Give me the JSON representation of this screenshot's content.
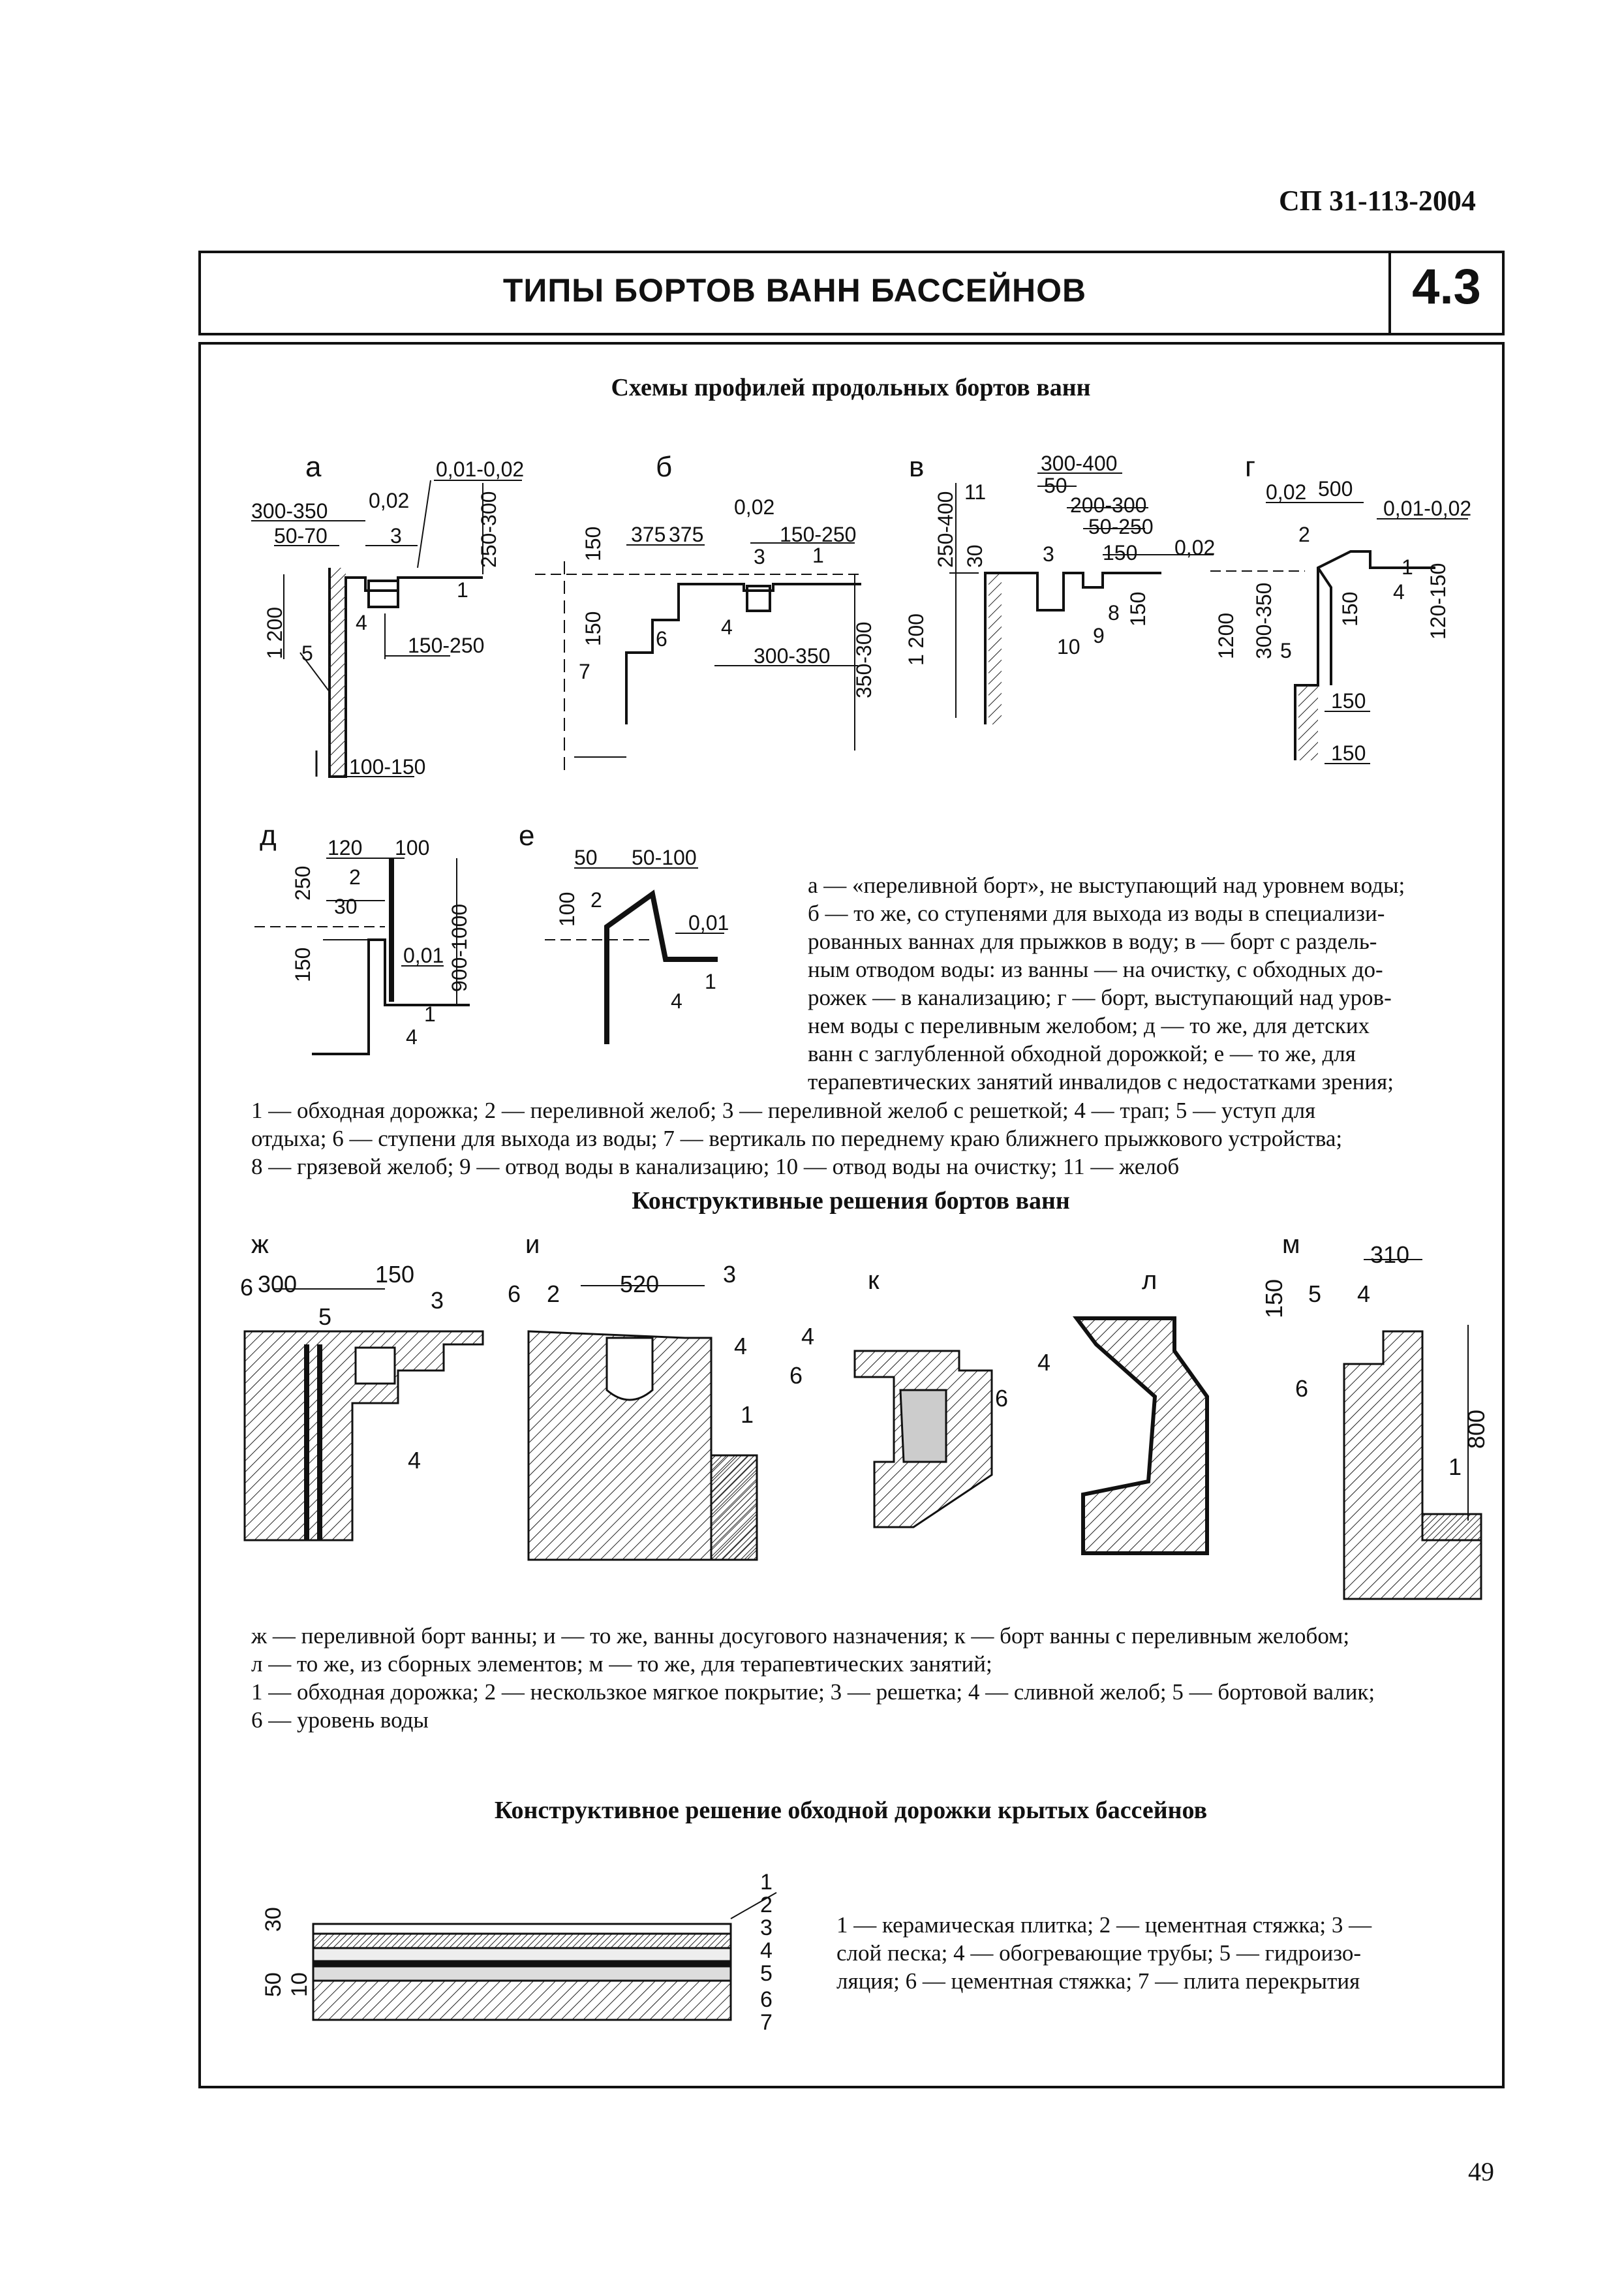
{
  "header": {
    "doc_number": "СП 31-113-2004"
  },
  "title_block": {
    "title": "ТИПЫ БОРТОВ ВАНН БАССЕЙНОВ",
    "section": "4.3"
  },
  "section1": {
    "heading": "Схемы профилей продольных бортов ванн",
    "figures": {
      "a": {
        "letter": "а",
        "dims": [
          "0,01-0,02",
          "300-350",
          "0,02",
          "50-70",
          "250-300",
          "1 200",
          "150-250",
          "100-150"
        ],
        "callouts": [
          "1",
          "3",
          "4",
          "5"
        ]
      },
      "b": {
        "letter": "б",
        "dims": [
          "0,02",
          "375",
          "375",
          "150-250",
          "150",
          "150",
          "300-350",
          "350-300"
        ],
        "callouts": [
          "1",
          "3",
          "4",
          "6",
          "7"
        ]
      },
      "v": {
        "letter": "в",
        "dims": [
          "300-400",
          "50",
          "200-300",
          "50-250",
          "150",
          "0,02",
          "250-400",
          "30",
          "1 200",
          "150"
        ],
        "callouts": [
          "3",
          "8",
          "9",
          "10",
          "11"
        ]
      },
      "g": {
        "letter": "г",
        "dims": [
          "0,02",
          "500",
          "0,01-0,02",
          "1200",
          "300-350",
          "150",
          "120-150",
          "150",
          "150"
        ],
        "callouts": [
          "1",
          "2",
          "4",
          "5"
        ]
      },
      "d": {
        "letter": "д",
        "dims": [
          "120",
          "100",
          "250",
          "30",
          "150",
          "0,01",
          "900-1000"
        ],
        "callouts": [
          "1",
          "2",
          "4"
        ]
      },
      "e": {
        "letter": "е",
        "dims": [
          "50",
          "50-100",
          "100",
          "0,01"
        ],
        "callouts": [
          "1",
          "2",
          "4"
        ]
      }
    },
    "caption_wrapped": [
      "а — «переливной борт», не выступающий над уровнем воды;",
      "б — то же, со ступенями для выхода из воды в специализи-",
      "рованных ваннах для прыжков в воду; в — борт с раздель-",
      "ным отводом воды: из ванны — на очистку, с обходных до-",
      "рожек — в канализацию; г — борт, выступающий над уров-",
      "нем воды с переливным желобом; д — то же, для детских",
      "ванн с заглубленной обходной дорожкой; е — то же, для",
      "терапевтических занятий инвалидов с недостатками зрения;"
    ],
    "legend_lines": [
      "1 — обходная дорожка; 2 — переливной желоб; 3 — переливной желоб с решеткой; 4 — трап; 5 — уступ для",
      "отдыха; 6 — ступени для выхода из воды; 7 — вертикаль по переднему краю ближнего прыжкового устройства;",
      "8 — грязевой желоб; 9 — отвод воды в канализацию; 10 — отвод воды на очистку; 11 — желоб"
    ]
  },
  "section2": {
    "heading": "Конструктивные решения бортов ванн",
    "figures": {
      "zh": {
        "letter": "ж",
        "dims": [
          "300",
          "150"
        ],
        "callouts": [
          "3",
          "4",
          "5",
          "6"
        ]
      },
      "i": {
        "letter": "и",
        "dims": [
          "520"
        ],
        "callouts": [
          "1",
          "2",
          "3",
          "4",
          "6"
        ]
      },
      "k": {
        "letter": "к",
        "callouts": [
          "4",
          "6"
        ]
      },
      "l": {
        "letter": "л",
        "callouts": [
          "4",
          "6"
        ]
      },
      "m": {
        "letter": "м",
        "dims": [
          "310",
          "150",
          "800"
        ],
        "callouts": [
          "1",
          "4",
          "5",
          "6"
        ]
      }
    },
    "caption_lines": [
      "ж — переливной борт ванны; и — то же, ванны досугового назначения; к — борт ванны с переливным желобом;",
      "л — то же, из сборных элементов; м — то же, для терапевтических занятий;",
      "1 — обходная дорожка; 2 — нескользкое мягкое покрытие; 3 — решетка; 4 — сливной желоб; 5 — бортовой валик;",
      "6 — уровень воды"
    ]
  },
  "section3": {
    "heading": "Конструктивное решение обходной дорожки крытых бассейнов",
    "dims": [
      "30",
      "50",
      "10"
    ],
    "callouts": [
      "1",
      "2",
      "3",
      "4",
      "5",
      "6",
      "7"
    ],
    "caption_lines": [
      "1 — керамическая плитка; 2 — цементная стяжка; 3 —",
      "слой песка; 4 — обогревающие трубы; 5 — гидроизо-",
      "ляция; 6 — цементная стяжка; 7 — плита перекрытия"
    ]
  },
  "page_number": "49"
}
